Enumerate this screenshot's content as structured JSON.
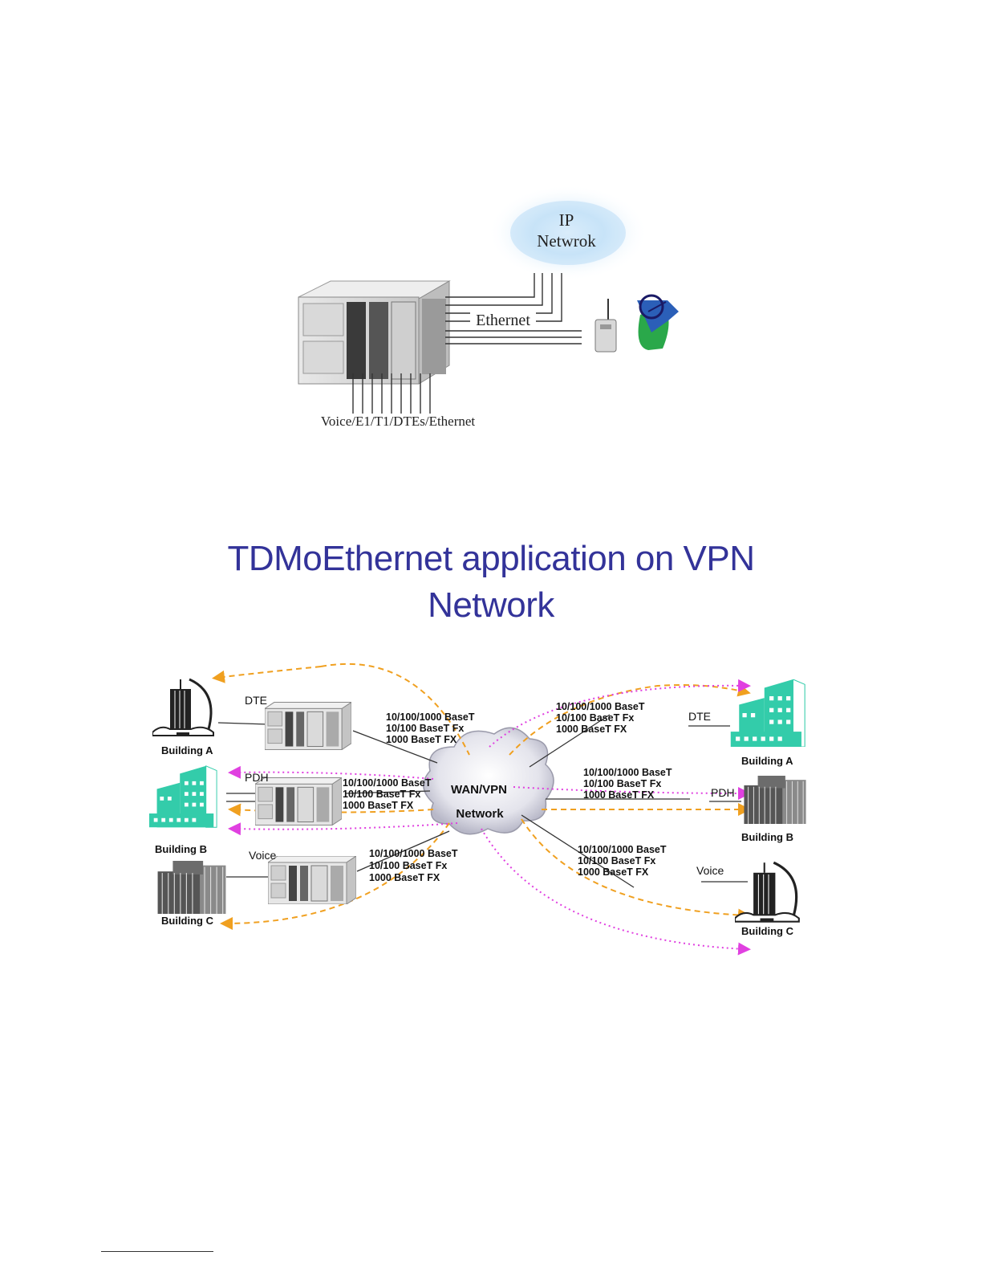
{
  "top_diagram": {
    "cloud_line1": "IP",
    "cloud_line2": "Netwrok",
    "ethernet_label": "Ethernet",
    "bottom_label": "Voice/E1/T1/DTEs/Ethernet",
    "colors": {
      "cloud": "#8ec3ee",
      "text": "#222222"
    }
  },
  "heading": {
    "line1": "TDMoEthernet application on VPN",
    "line2": "Network",
    "color": "#333399"
  },
  "vpn_diagram": {
    "cloud_line1": "WAN/VPN",
    "cloud_line2": "Network",
    "left": {
      "building_a": "Building A",
      "building_b": "Building B",
      "building_c": "Building C",
      "dte": "DTE",
      "pdh": "PDH",
      "voice": "Voice"
    },
    "right": {
      "building_a": "Building A",
      "building_b": "Building B",
      "building_c": "Building C",
      "dte": "DTE",
      "pdh": "PDH",
      "voice": "Voice"
    },
    "port_groups": {
      "left_top": [
        "10/100/1000 BaseT",
        "10/100 BaseT Fx",
        "1000 BaseT FX"
      ],
      "left_mid": [
        "10/100/1000 BaseT",
        "10/100 BaseT Fx",
        "1000 BaseT FX"
      ],
      "left_bottom": [
        "10/100/1000 BaseT",
        "10/100 BaseT Fx",
        "1000 BaseT FX"
      ],
      "right_top": [
        "10/100/1000 BaseT",
        "10/100 BaseT Fx",
        "1000 BaseT FX"
      ],
      "right_mid": [
        "10/100/1000 BaseT",
        "10/100 BaseT Fx",
        "1000 BaseT FX"
      ],
      "right_bottom": [
        "10/100/1000 BaseT",
        "10/100 BaseT Fx",
        "1000 BaseT FX"
      ]
    },
    "colors": {
      "orange_path": "#f0a020",
      "magenta_path": "#e040e0",
      "building": "#33ccaa",
      "tower": "#222222"
    }
  }
}
